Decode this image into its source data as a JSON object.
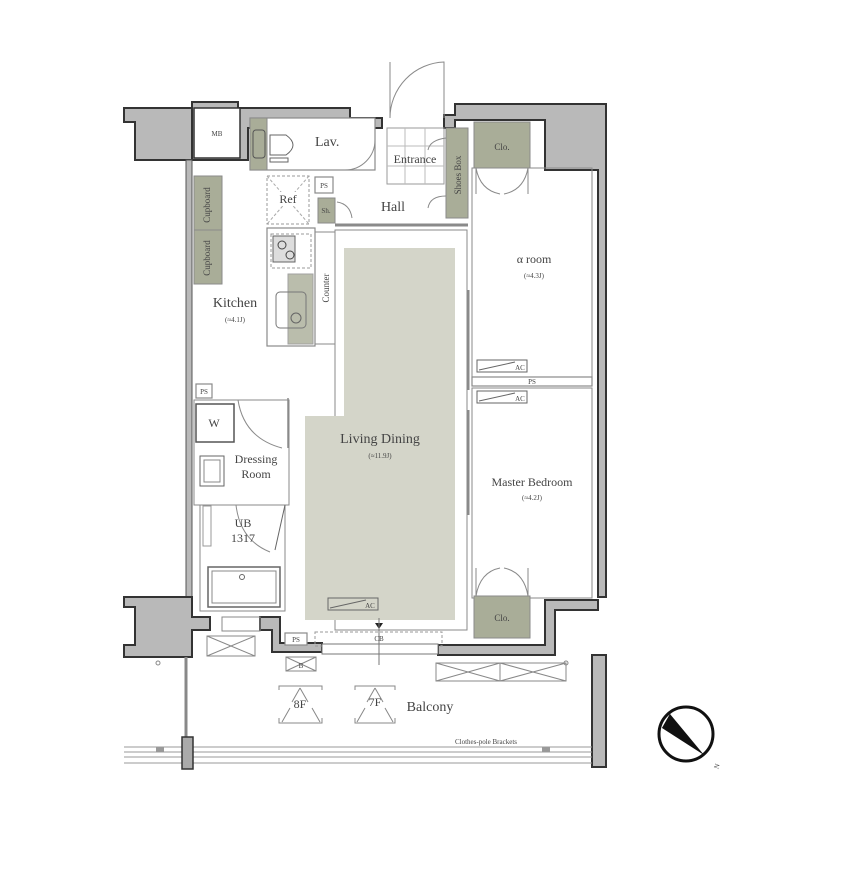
{
  "plan": {
    "rooms": {
      "lav": "Lav.",
      "mb": "MB",
      "entrance": "Entrance",
      "shoes_box": "Shoes Box",
      "hall": "Hall",
      "ps_hall": "PS",
      "sh": "Sh.",
      "ref": "Ref",
      "cupboard_upper": "Cupboard",
      "cupboard_lower": "Cupboard",
      "counter": "Counter",
      "kitchen": "Kitchen",
      "kitchen_area": "(≈4.1J)",
      "alpha_room": "α room",
      "alpha_room_area": "(≈4.3J)",
      "clo_top": "Clo.",
      "ac_alpha": "AC",
      "ps_mid": "PS",
      "ac_master": "AC",
      "master_bedroom": "Master Bedroom",
      "master_bedroom_area": "(≈4.2J)",
      "clo_bottom": "Clo.",
      "living_dining": "Living Dining",
      "living_dining_area": "(≈11.9J)",
      "ac_living": "AC",
      "ps_kitchen": "PS",
      "washer": "W",
      "dressing_room_line1": "Dressing",
      "dressing_room_line2": "Room",
      "ub_line1": "UB",
      "ub_line2": "1317",
      "cb": "CB",
      "ps_balcony": "PS",
      "b": "B",
      "hatch_8f": "8F",
      "hatch_7f": "7F",
      "balcony": "Balcony",
      "clothes_pole": "Clothes-pole Brackets"
    },
    "compass": {
      "label": "N"
    },
    "colors": {
      "wall": "#b9b9b9",
      "storage": "#a9ad98",
      "living_floor": "#d4d5c9",
      "line": "#8a8a8a",
      "text": "#444444"
    }
  }
}
